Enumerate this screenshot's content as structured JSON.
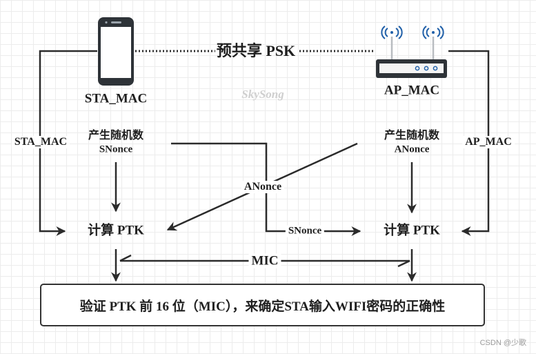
{
  "psk_label": "预共享 PSK",
  "watermark": "SkySong",
  "sta": {
    "name": "STA_MAC",
    "side_label": "STA_MAC",
    "generate_label": "产生随机数",
    "nonce_label": "SNonce",
    "compute_label": "计算 PTK"
  },
  "ap": {
    "name": "AP_MAC",
    "side_label": "AP_MAC",
    "generate_label": "产生随机数",
    "nonce_label": "ANonce",
    "compute_label": "计算 PTK"
  },
  "cross": {
    "anonce_label": "ANonce",
    "snonce_label": "SNonce"
  },
  "mic_label": "MIC",
  "verify_text": "验证 PTK 前 16 位（MIC），来确定STA输入WIFI密码的正确性",
  "credit": "CSDN @少歌",
  "icons": [
    "smartphone-icon",
    "wifi-router-icon"
  ],
  "colors": {
    "line": "#2b2b2b",
    "grid": "#ececec",
    "router_signal": "#1f5fa8"
  }
}
